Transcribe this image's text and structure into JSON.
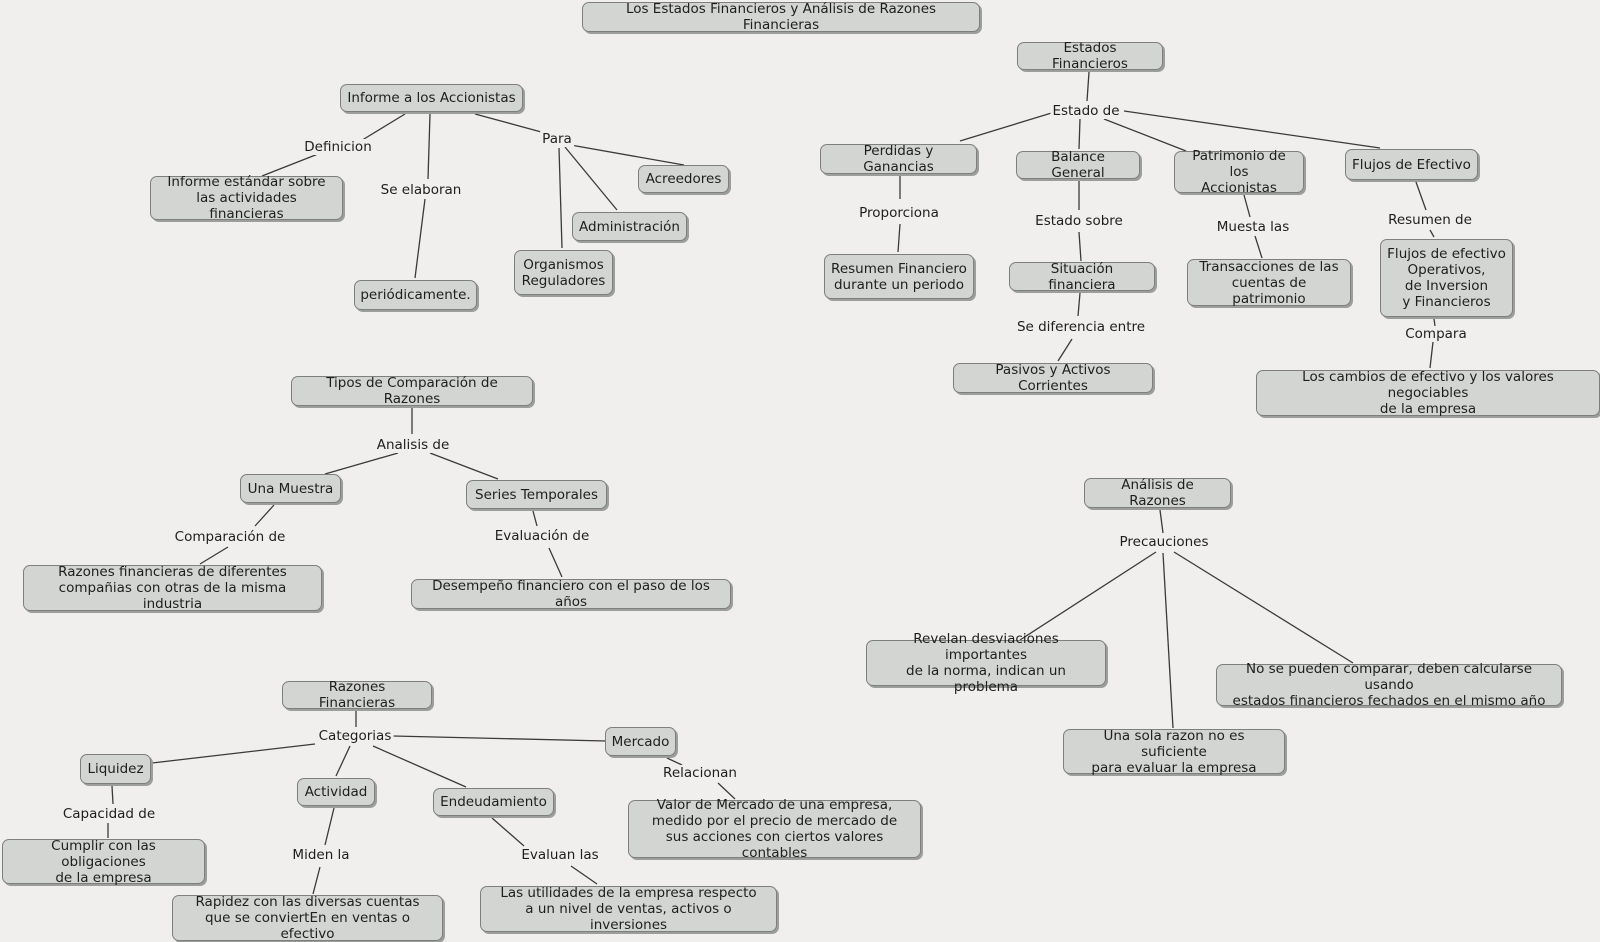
{
  "title": "Los Estados Financieros y Análisis de Razones Financieras",
  "colors": {
    "background": "#f0efed",
    "node_fill": "#d3d5d3",
    "node_border": "#7e807e",
    "line": "#3a3a3a"
  },
  "informe": {
    "concept": "Informe a los Accionistas",
    "link_definicion": "Definicion",
    "definicion": "Informe estándar sobre\nlas actividades financieras",
    "link_elaboran": "Se elaboran",
    "periodicamente": "periódicamente.",
    "link_para": "Para",
    "acreedores": "Acreedores",
    "administracion": "Administración",
    "organismos": "Organismos\nReguladores"
  },
  "estados": {
    "concept": "Estados Financieros",
    "link_estado_de": "Estado de",
    "perdidas": "Perdidas y Ganancias",
    "link_proporciona": "Proporciona",
    "resumen_financiero": "Resumen Financiero\ndurante un periodo",
    "balance": "Balance General",
    "link_estado_sobre": "Estado sobre",
    "situacion": "Situación financiera",
    "link_diferencia": "Se diferencia entre",
    "pasivos": "Pasivos y Activos Corrientes",
    "patrimonio": "Patrimonio de los\nAccionistas",
    "link_muesta": "Muesta las",
    "transacciones": "Transacciones de las\ncuentas de patrimonio",
    "flujos": "Flujos de Efectivo",
    "link_resumen": "Resumen de",
    "flujos_detalle": "Flujos de efectivo\nOperativos,\nde Inversion\ny Financieros",
    "link_compara": "Compara",
    "cambios": "Los cambios de efectivo y los valores negociables\nde la empresa"
  },
  "tipos": {
    "concept": "Tipos de Comparación de Razones",
    "link_analisis": "Analisis de",
    "muestra": "Una Muestra",
    "link_comparacion": "Comparación de",
    "razones_diferentes": "Razones financieras de diferentes\ncompañias con otras de la misma industria",
    "series": "Series Temporales",
    "link_evaluacion": "Evaluación de",
    "desempeno": "Desempeño financiero con el paso de los años"
  },
  "analisis": {
    "concept": "Análisis de Razones",
    "link_precauciones": "Precauciones",
    "revelan": "Revelan desviaciones importantes\nde la norma, indican un problema",
    "una_sola": "Una sola razon no es suficiente\npara evaluar la empresa",
    "no_se_pueden": "No se pueden comparar, deben calcularse usando\nestados financieros fechados en el mismo año"
  },
  "razones": {
    "concept": "Razones Financieras",
    "link_categorias": "Categorias",
    "liquidez": "Liquidez",
    "link_capacidad": "Capacidad de",
    "cumplir": "Cumplir con las obligaciones\nde la empresa",
    "actividad": "Actividad",
    "link_miden": "Miden la",
    "rapidez": "Rapidez con las diversas cuentas\nque se conviertEn en ventas o efectivo",
    "endeudamiento": "Endeudamiento",
    "link_evaluan": "Evaluan las",
    "utilidades": "Las utilidades de la empresa respecto\na un nivel de ventas, activos o inversiones",
    "mercado": "Mercado",
    "link_relacionan": "Relacionan",
    "valor_mercado": "Valor de Mercado de una empresa,\nmedido por el precio de mercado de\nsus acciones con ciertos valores contables"
  }
}
